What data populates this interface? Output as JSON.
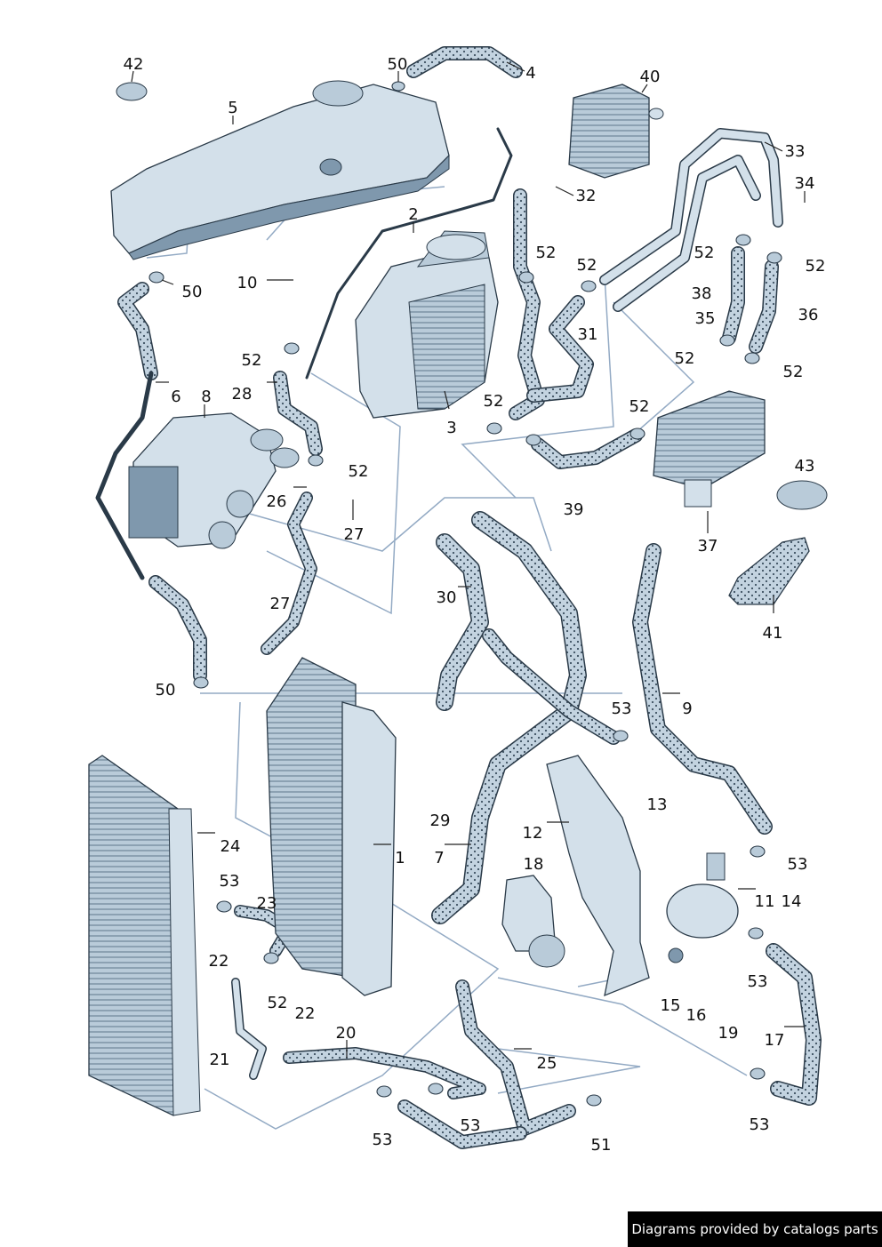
{
  "credit": "Diagrams provided by catalogs parts",
  "colors": {
    "part_fill": "#d3e0ea",
    "part_shadow": "#7f98ad",
    "outline": "#2a3a48",
    "hose": "#7c93a8",
    "connector_line": "#93aac4"
  },
  "callouts": [
    "42",
    "50",
    "4",
    "40",
    "5",
    "33",
    "34",
    "2",
    "32",
    "52",
    "50",
    "10",
    "52",
    "38",
    "52",
    "36",
    "35",
    "52",
    "52",
    "31",
    "6",
    "8",
    "28",
    "52",
    "52",
    "3",
    "52",
    "52",
    "52",
    "39",
    "26",
    "27",
    "37",
    "43",
    "30",
    "27",
    "41",
    "9",
    "53",
    "50",
    "13",
    "12",
    "29",
    "1",
    "7",
    "24",
    "18",
    "53",
    "11",
    "14",
    "23",
    "53",
    "22",
    "52",
    "15",
    "16",
    "19",
    "53",
    "22",
    "20",
    "21",
    "25",
    "17",
    "53",
    "53",
    "51",
    "53"
  ]
}
